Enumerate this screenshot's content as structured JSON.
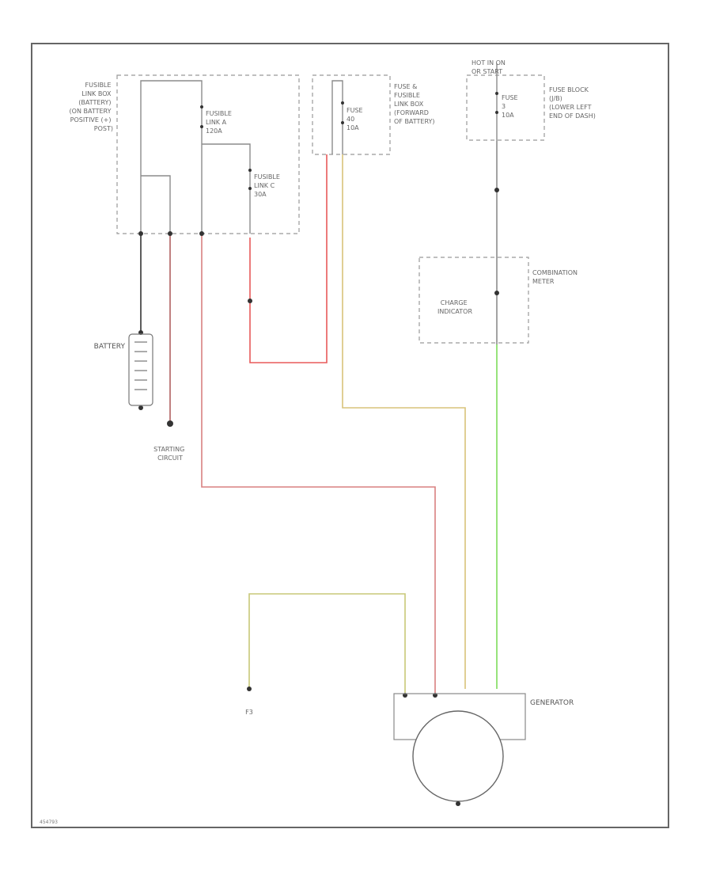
{
  "colors": {
    "gray_wire": "#8c8c8c",
    "black_wire": "#333333",
    "red_wire": "#e85a5a",
    "pink_wire": "#d98080",
    "yellow_wire": "#d9c37a",
    "green_wire": "#7ddc5a",
    "olive_wire": "#c8c878"
  },
  "labels": {
    "fusible_link_box": [
      "FUSIBLE",
      "LINK BOX",
      "(BATTERY)",
      "(ON BATTERY",
      "POSITIVE (+)",
      "POST)"
    ],
    "fusible_link_a": [
      "FUSIBLE",
      "LINK A",
      "120A"
    ],
    "fusible_link_c": [
      "FUSIBLE",
      "LINK C",
      "30A"
    ],
    "fuse_40": [
      "FUSE",
      "40",
      "10A"
    ],
    "fuse_box_front": [
      "FUSE &",
      "FUSIBLE",
      "LINK BOX",
      "(FORWARD",
      "OF BATTERY)"
    ],
    "hot_in_on": [
      "HOT IN ON",
      "OR START"
    ],
    "fuse_3": [
      "FUSE",
      "3",
      "10A"
    ],
    "fuse_block_jb": [
      "FUSE BLOCK",
      "(J/B)",
      "(LOWER LEFT",
      "END OF DASH)"
    ],
    "combination_meter": [
      "COMBINATION",
      "METER"
    ],
    "charge_indicator": [
      "CHARGE",
      "INDICATOR"
    ],
    "battery": "BATTERY",
    "starting_circuit": [
      "STARTING",
      "CIRCUIT"
    ],
    "generator": "GENERATOR",
    "f3": "F3",
    "diagram_id": "454793"
  }
}
